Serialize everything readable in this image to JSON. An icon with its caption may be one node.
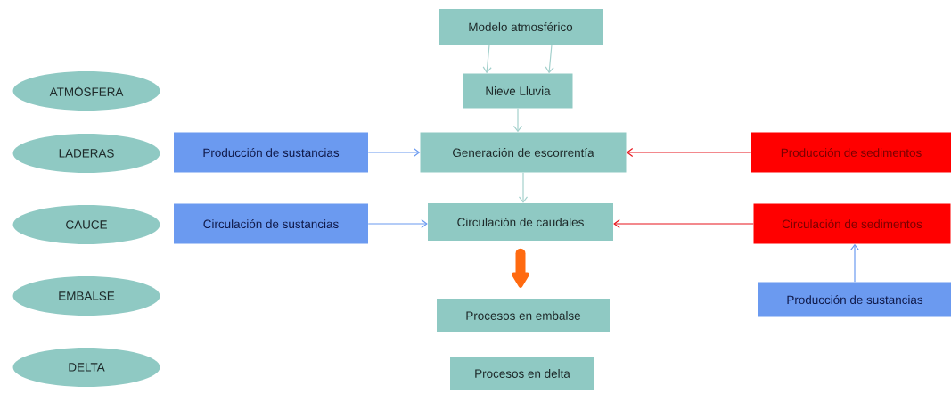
{
  "diagram": {
    "nodes": [
      {
        "text": [
          "ATMÓSFERA"
        ]
      },
      {
        "text": [
          "LADERAS"
        ]
      },
      {
        "text": [
          "CAUCE"
        ]
      },
      {
        "text": [
          "EMBALSE"
        ]
      },
      {
        "text": [
          "DELTA"
        ]
      },
      {
        "text": [
          "Modelo atmosférico"
        ]
      },
      {
        "text": [
          "Nieve  Lluvia"
        ]
      },
      {
        "text": [
          "Producción de sustancias"
        ]
      },
      {
        "text": [
          "Generación de escorrentía"
        ]
      },
      {
        "text": [
          "Producción de sedimentos"
        ]
      },
      {
        "text": [
          "Circulación de sustancias"
        ]
      },
      {
        "text": [
          "Circulación de caudales"
        ]
      },
      {
        "text": [
          "Circulación de sedimentos"
        ]
      },
      {
        "text": [
          "Producción de sustancias"
        ]
      },
      {
        "text": [
          "Procesos en embalse"
        ]
      },
      {
        "text": [
          "Procesos en delta"
        ]
      }
    ],
    "edges": [
      {
        "from": 5,
        "to": 6,
        "arrow": "to"
      },
      {
        "from": 5,
        "to": 6,
        "arrow": "to"
      },
      {
        "from": 6,
        "to": 8,
        "arrow": "to"
      },
      {
        "from": 7,
        "to": 8,
        "arrow": "to",
        "color": "#6b9af0"
      },
      {
        "from": 9,
        "to": 8,
        "arrow": "to",
        "color": "#e8141c"
      },
      {
        "from": 8,
        "to": 11,
        "arrow": "to"
      },
      {
        "from": 10,
        "to": 11,
        "arrow": "to",
        "color": "#6b9af0"
      },
      {
        "from": 12,
        "to": 11,
        "arrow": "to",
        "color": "#e8141c"
      },
      {
        "from": 13,
        "to": 12,
        "arrow": "to",
        "color": "#6b9af0"
      },
      {
        "from": 11,
        "to": 14,
        "arrow": "to",
        "style": "thick",
        "color": "#ff6a10"
      }
    ]
  }
}
